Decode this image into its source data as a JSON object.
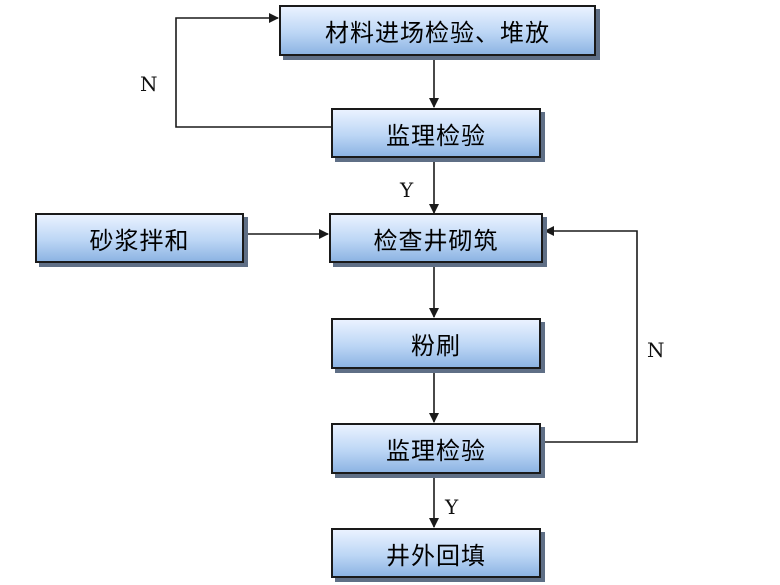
{
  "nodes": {
    "material_inspection": "材料进场检验、堆放",
    "supervision_check_1": "监理检验",
    "mortar_mixing": "砂浆拌和",
    "well_masonry_inspection": "检查井砌筑",
    "plastering": "粉刷",
    "supervision_check_2": "监理检验",
    "backfill": "井外回填"
  },
  "edge_labels": {
    "reject_1": "N",
    "pass_1": "Y",
    "reject_2": "N",
    "pass_2": "Y"
  },
  "colors": {
    "box_fill_top": "#eaf2ff",
    "box_fill_bottom": "#8db4e3",
    "box_border": "#1a1a1a",
    "box_shadow": "#5f6f86",
    "line": "#1a1a1a"
  }
}
